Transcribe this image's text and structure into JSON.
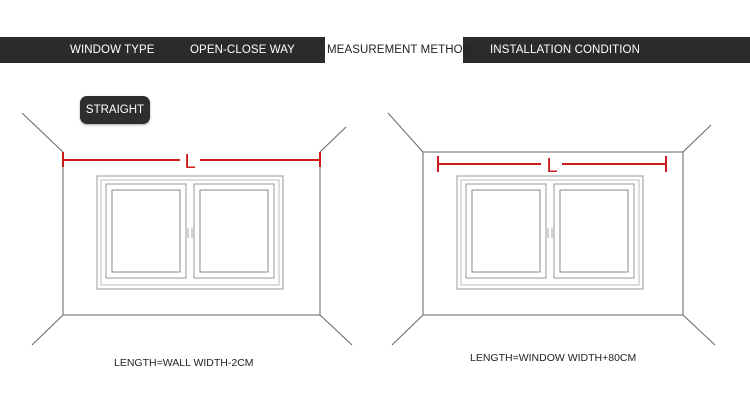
{
  "tabs": [
    {
      "label": "WINDOW TYPE",
      "active": false
    },
    {
      "label": "OPEN-CLOSE WAY",
      "active": false
    },
    {
      "label": "MEASUREMENT METHOD",
      "active": true
    },
    {
      "label": "INSTALLATION CONDITION",
      "active": false
    }
  ],
  "badge": {
    "label": "STRAIGHT"
  },
  "diagrams": [
    {
      "dimension_label": "L",
      "caption": "LENGTH=WALL WIDTH-2CM"
    },
    {
      "dimension_label": "L",
      "caption": "LENGTH=WINDOW WIDTH+80CM"
    }
  ],
  "colors": {
    "tabbar": "#2b2b2b",
    "tab_text": "#ffffff",
    "active_tab_text": "#222222",
    "badge_bg": "#2e2e2e",
    "line": "#555555",
    "measure": "#cc1b1b"
  }
}
